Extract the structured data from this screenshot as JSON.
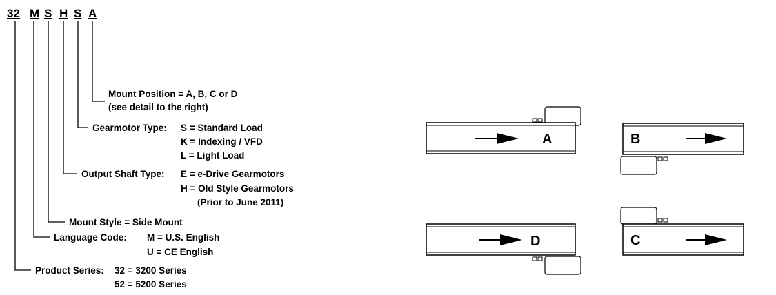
{
  "model_code": {
    "series": "32",
    "language": "M",
    "mount_style": "S",
    "output_shaft": "H",
    "gearmotor": "S",
    "position": "A"
  },
  "labels": {
    "mount_position": [
      "Mount Position = A, B, C or D",
      "(see detail to the right)"
    ],
    "gearmotor_type": {
      "title": "Gearmotor Type:",
      "options": [
        "S = Standard Load",
        "K = Indexing / VFD",
        "L = Light Load"
      ]
    },
    "output_shaft_type": {
      "title": "Output Shaft Type:",
      "options": [
        "E = e-Drive Gearmotors",
        "H = Old Style Gearmotors",
        "(Prior to June 2011)"
      ]
    },
    "mount_style": "Mount Style = Side Mount",
    "language_code": {
      "title": "Language Code:",
      "options": [
        "M = U.S.  English",
        "U = CE  English"
      ]
    },
    "product_series": {
      "title": "Product Series:",
      "options": [
        "32 = 3200 Series",
        "52 = 5200 Series"
      ]
    }
  },
  "mount_positions": {
    "A": "A",
    "B": "B",
    "C": "C",
    "D": "D"
  }
}
